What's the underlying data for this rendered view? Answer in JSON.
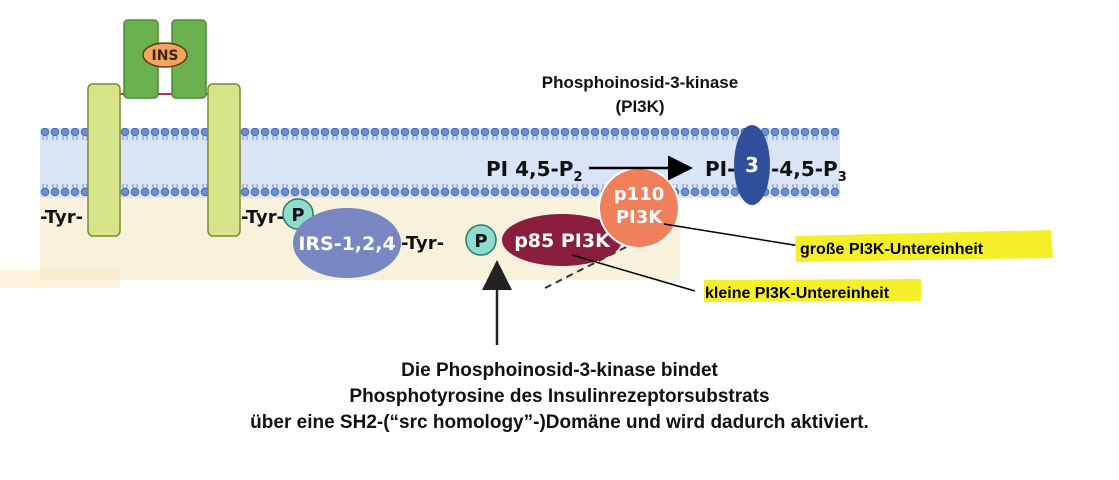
{
  "colors": {
    "membrane": "#d9e4f6",
    "membrane_edge": "#b8c9ea",
    "receptor": "#d8e48a",
    "insulin_domain": "#6ab04c",
    "ins_ellipse": "#f2a65a",
    "phospho": "#8fdccf",
    "irs": "#7887c2",
    "p85": "#8b1e3f",
    "p110": "#f07f5b",
    "pip_three": "#2f4f9a",
    "highlight": "#f5ef2a",
    "cytoplasm": "#f8f1dc"
  },
  "insulin": {
    "label": "INS"
  },
  "enzyme_title": {
    "line1": "Phosphoinosid-3-kinase",
    "line2": "(PI3K)"
  },
  "reaction": {
    "substrate_text": "PI 4,5-P",
    "substrate_subscript": "2",
    "product_prefix": "PI-",
    "product_position": "3",
    "product_suffix": "-4,5-P",
    "product_subscript": "3"
  },
  "molecules": {
    "tyr_left": "-Tyr-",
    "tyr_mid": "-Tyr-",
    "phospho_label": "P",
    "irs_label": "IRS-1,2,4",
    "tyr_irs": "-Tyr-",
    "phospho2_label": "P",
    "p85_label": "p85 PI3K",
    "p110_line1": "p110",
    "p110_line2": "PI3K"
  },
  "annotations": {
    "large_subunit": "große PI3K-Untereinheit",
    "small_subunit": "kleine PI3K-Untereinheit"
  },
  "caption": {
    "line1": "Die Phosphoinosid-3-kinase bindet",
    "line2": "Phosphotyrosine des Insulinrezeptorsubstrats",
    "line3": "über eine SH2-(“src homology”-)Domäne und wird dadurch aktiviert."
  }
}
